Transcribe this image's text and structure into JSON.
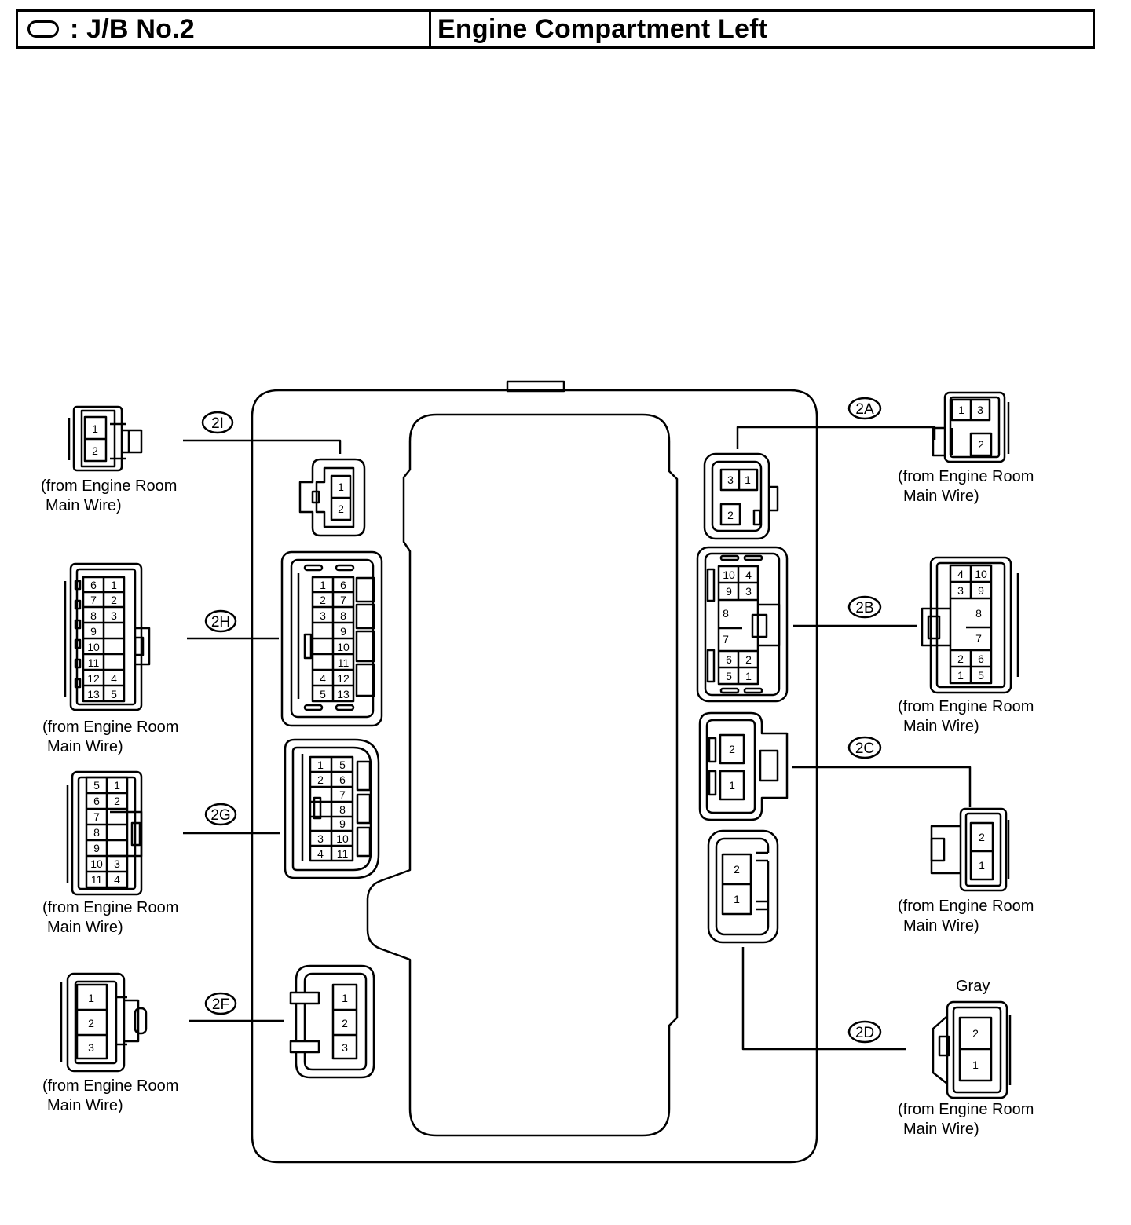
{
  "header": {
    "symbol": "oval-symbol",
    "location_code": ": J/B No.2",
    "location_name": "Engine Compartment Left"
  },
  "connectors": [
    {
      "id": "2I",
      "tag": "2I",
      "caption_line1": "(from Engine Room",
      "caption_line2": "Main Wire)",
      "face_pins": [
        "1",
        "2"
      ],
      "detail_pins": [
        "1",
        "2"
      ]
    },
    {
      "id": "2H",
      "tag": "2H",
      "caption_line1": "(from Engine Room",
      "caption_line2": "Main Wire)",
      "face_pins": [
        "1",
        "6",
        "2",
        "7",
        "3",
        "8",
        "9",
        "10",
        "11",
        "4",
        "12",
        "5",
        "13"
      ],
      "detail_pins": [
        "6",
        "1",
        "7",
        "2",
        "8",
        "3",
        "9",
        "10",
        "11",
        "12",
        "4",
        "13",
        "5"
      ]
    },
    {
      "id": "2G",
      "tag": "2G",
      "caption_line1": "(from Engine Room",
      "caption_line2": "Main Wire)",
      "face_pins": [
        "1",
        "5",
        "2",
        "6",
        "7",
        "8",
        "9",
        "3",
        "10",
        "4",
        "11"
      ],
      "detail_pins": [
        "5",
        "1",
        "6",
        "2",
        "7",
        "8",
        "9",
        "10",
        "3",
        "11",
        "4"
      ]
    },
    {
      "id": "2F",
      "tag": "2F",
      "caption_line1": "(from Engine Room",
      "caption_line2": "Main Wire)",
      "face_pins": [
        "1",
        "2",
        "3"
      ],
      "detail_pins": [
        "1",
        "2",
        "3"
      ]
    },
    {
      "id": "2A",
      "tag": "2A",
      "caption_line1": "(from Engine Room",
      "caption_line2": "Main Wire)",
      "face_pins": [
        "3",
        "1",
        "2"
      ],
      "detail_pins": [
        "1",
        "3",
        "2"
      ]
    },
    {
      "id": "2B",
      "tag": "2B",
      "caption_line1": "(from Engine Room",
      "caption_line2": "Main Wire)",
      "face_pins": [
        "10",
        "4",
        "9",
        "3",
        "8",
        "7",
        "6",
        "2",
        "5",
        "1"
      ],
      "detail_pins": [
        "4",
        "10",
        "3",
        "9",
        "8",
        "7",
        "2",
        "6",
        "1",
        "5"
      ]
    },
    {
      "id": "2C",
      "tag": "2C",
      "caption_line1": "(from Engine Room",
      "caption_line2": "Main Wire)",
      "face_pins": [
        "2",
        "1"
      ],
      "detail_pins": [
        "2",
        "1"
      ]
    },
    {
      "id": "2D",
      "tag": "2D",
      "caption_line1": "(from Engine Room",
      "caption_line2": "Main Wire)",
      "color_note": "Gray",
      "face_pins": [
        "2",
        "1"
      ],
      "detail_pins": [
        "2",
        "1"
      ]
    }
  ]
}
